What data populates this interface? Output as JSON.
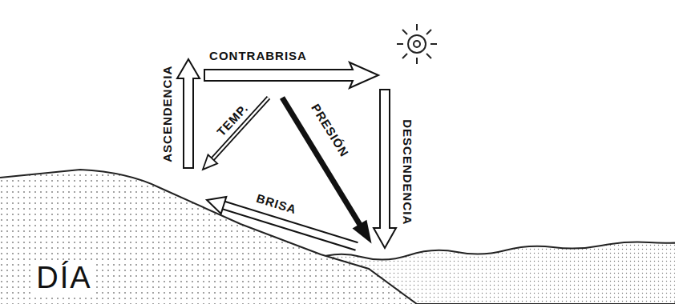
{
  "diagram": {
    "labels": [
      "CONTRABRISA",
      "ASCENDENCIA",
      "TEMP.",
      "PRESIÓN",
      "DESCENDENCIA",
      "BRISA",
      "DÍA"
    ]
  }
}
